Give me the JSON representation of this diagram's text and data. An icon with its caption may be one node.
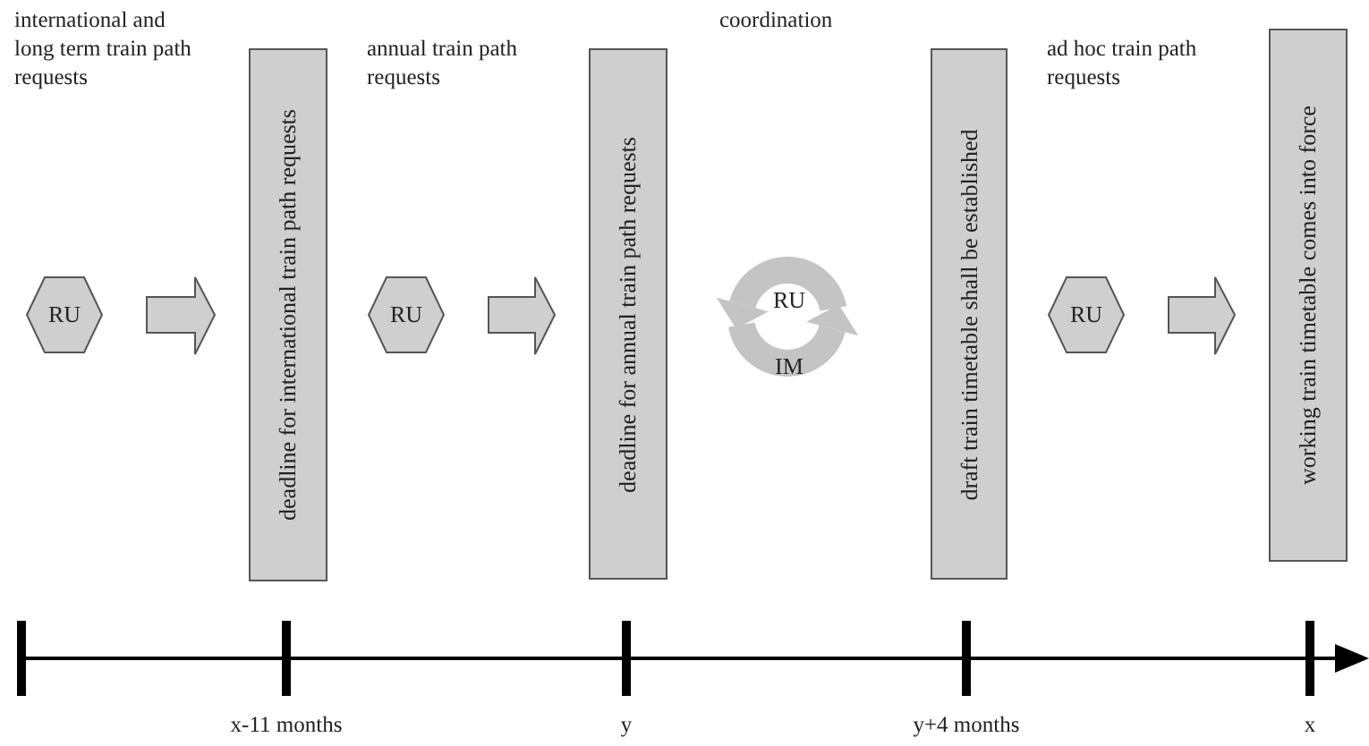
{
  "diagram": {
    "nodes": [
      {
        "text": [
          "RU"
        ]
      },
      {
        "text": [
          "deadline for international train path requests"
        ]
      },
      {
        "text": [
          "RU"
        ]
      },
      {
        "text": [
          "deadline for annual train path requests"
        ]
      },
      {
        "text": [
          "draft train timetable shall be established"
        ]
      },
      {
        "text": [
          "RU"
        ]
      },
      {
        "text": [
          "working train timetable comes into force"
        ]
      }
    ],
    "edges": [
      {
        "from": 0,
        "to": 1,
        "arrow": "to",
        "style": "thick"
      },
      {
        "from": 2,
        "to": 3,
        "arrow": "to",
        "style": "thick"
      },
      {
        "from": 5,
        "to": 6,
        "arrow": "to",
        "style": "thick"
      }
    ],
    "labels": [
      "international and long term train path requests",
      "annual train path requests",
      "coordination",
      "ad hoc train path requests",
      "RU",
      "IM",
      "x-11 months",
      "y",
      "y+4 months",
      "x"
    ]
  }
}
